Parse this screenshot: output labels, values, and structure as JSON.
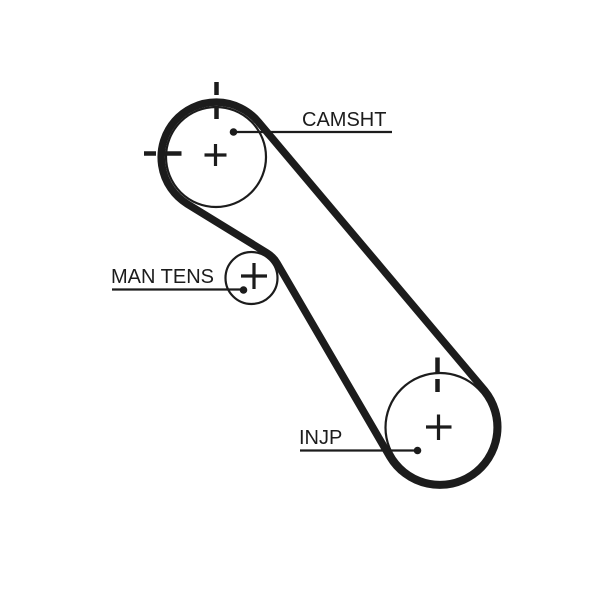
{
  "diagram": {
    "type": "timing-belt-routing",
    "colors": {
      "ink": "#1c1c1c",
      "background": "#ffffff"
    },
    "pulleys": [
      {
        "id": "camshaft",
        "label": "CAMSHT"
      },
      {
        "id": "manual-tensioner",
        "label": "MAN TENS"
      },
      {
        "id": "injection-pump",
        "label": "INJP"
      }
    ]
  }
}
